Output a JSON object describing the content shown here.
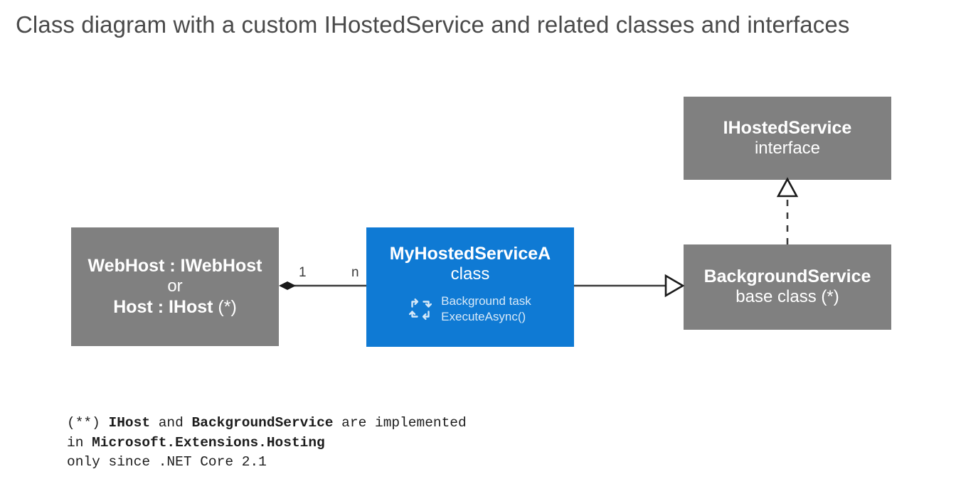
{
  "title": "Class diagram with a custom IHostedService and related classes and interfaces",
  "colors": {
    "gray_node": "#808080",
    "blue_node": "#0f7ad4",
    "connector": "#3b3b3b",
    "title_text": "#4a4a4a",
    "node_text": "#ffffff",
    "task_text": "#d7e9f8",
    "footnote_text": "#1c1c1c",
    "background": "#ffffff"
  },
  "nodes": {
    "webhost": {
      "title": "WebHost : IWebHost",
      "separator": "or",
      "title2": "Host : IHost",
      "title2_suffix": " (*)",
      "kind": "gray"
    },
    "myhostedservicea": {
      "title": "MyHostedServiceA",
      "stereotype": "class",
      "task_icon": "cycle-arrows-icon",
      "task_line1": "Background task",
      "task_line2": "ExecuteAsync()",
      "kind": "blue"
    },
    "ihostedservice": {
      "title": "IHostedService",
      "stereotype": "interface",
      "kind": "gray"
    },
    "backgroundservice": {
      "title": "BackgroundService",
      "stereotype": "base class (*)",
      "kind": "gray"
    }
  },
  "connectors": {
    "composition": {
      "type": "composition",
      "from": "myhostedservicea",
      "to": "webhost",
      "end_marker": "filled-diamond",
      "source_multiplicity": "n",
      "target_multiplicity": "1",
      "style": "solid"
    },
    "generalization": {
      "type": "generalization",
      "from": "myhostedservicea",
      "to": "backgroundservice",
      "end_marker": "hollow-triangle",
      "style": "solid"
    },
    "realization": {
      "type": "realization",
      "from": "backgroundservice",
      "to": "ihostedservice",
      "end_marker": "hollow-triangle",
      "style": "dashed"
    }
  },
  "footnote": {
    "line1_a": "(**) ",
    "line1_b": "IHost",
    "line1_c": " and ",
    "line1_d": "BackgroundService",
    "line1_e": " are implemented",
    "line2_a": "in ",
    "line2_b": "Microsoft.Extensions.Hosting",
    "line3": "only since .NET Core 2.1"
  }
}
